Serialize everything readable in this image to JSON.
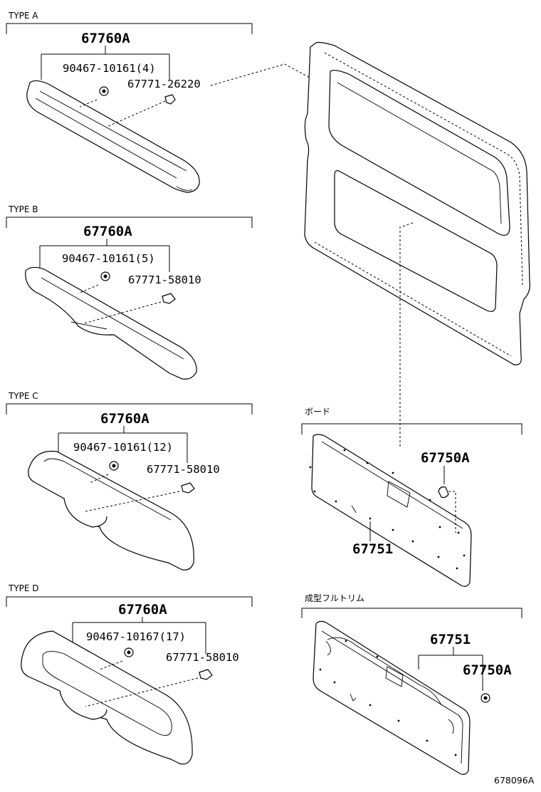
{
  "sections": {
    "type_a": {
      "header": "TYPE A",
      "main": "67760A",
      "clip": "90467-10161(4)",
      "pin": "67771-26220"
    },
    "type_b": {
      "header": "TYPE B",
      "main": "67760A",
      "clip": "90467-10161(5)",
      "pin": "67771-58010"
    },
    "type_c": {
      "header": "TYPE C",
      "main": "67760A",
      "clip": "90467-10161(12)",
      "pin": "67771-58010"
    },
    "type_d": {
      "header": "TYPE D",
      "main": "67760A",
      "clip": "90467-10167(17)",
      "pin": "67771-58010"
    },
    "board": {
      "header": "ボード",
      "fastener": "67750A",
      "panel": "67751"
    },
    "molded": {
      "header": "成型フルトリム",
      "panel": "67751",
      "fastener": "67750A"
    }
  },
  "drawing_ref": "678096A"
}
